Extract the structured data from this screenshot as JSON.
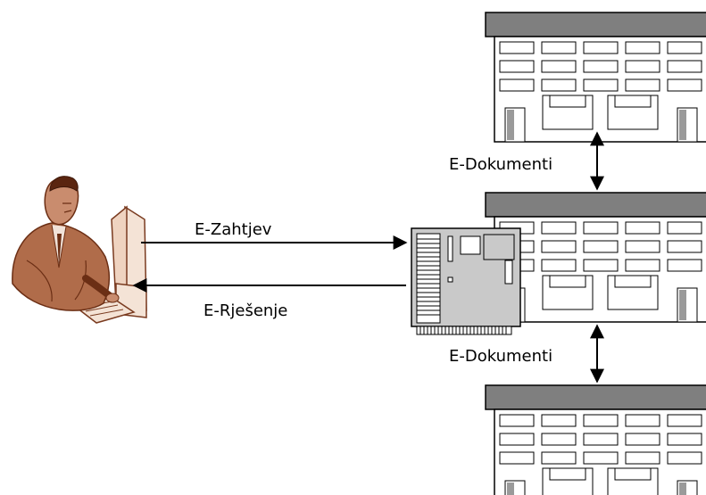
{
  "labels": {
    "request": "E-Zahtjev",
    "response": "E-Rješenje",
    "documents_top": "E-Dokumenti",
    "documents_bottom": "E-Dokumenti"
  },
  "icons": {
    "user": "user-at-computer-icon",
    "server": "server-board-icon",
    "building": "office-building-icon"
  },
  "colors": {
    "roof": "#7f7f7f",
    "board": "#c9c9c9",
    "skin": "#c98c6e",
    "suit": "#b06c4a",
    "line": "#000000"
  }
}
